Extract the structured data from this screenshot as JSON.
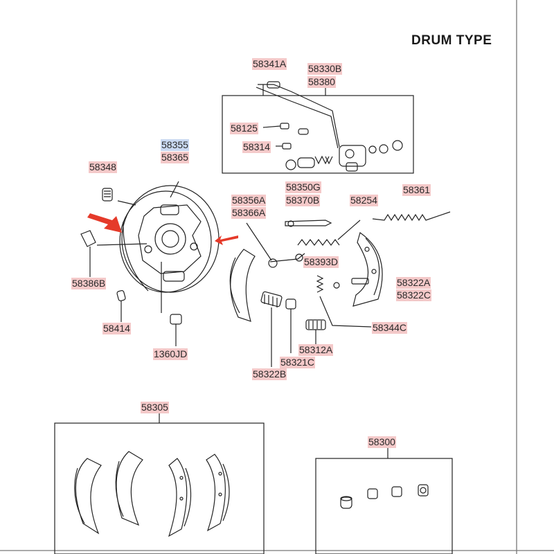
{
  "page_title": "DRUM TYPE",
  "colors": {
    "part_label_bg": "#f4c9c9",
    "selected_label_bg": "#c9d9f2",
    "pointer_arrows": "#e53a2a",
    "line_art": "#222222"
  },
  "labels": {
    "p58341A": "58341A",
    "p58330B": "58330B",
    "p58380": "58380",
    "p58125": "58125",
    "p58314": "58314",
    "p58355": "58355",
    "p58365": "58365",
    "p58348": "58348",
    "p58350G": "58350G",
    "p58370B": "58370B",
    "p58361": "58361",
    "p58356A": "58356A",
    "p58366A": "58366A",
    "p58254": "58254",
    "p58393D": "58393D",
    "p58322A": "58322A",
    "p58322C": "58322C",
    "p58344C": "58344C",
    "p58386B": "58386B",
    "p58414": "58414",
    "p1360JD": "1360JD",
    "p58312A": "58312A",
    "p58321C": "58321C",
    "p58322B": "58322B",
    "p58305": "58305",
    "p58300": "58300"
  }
}
